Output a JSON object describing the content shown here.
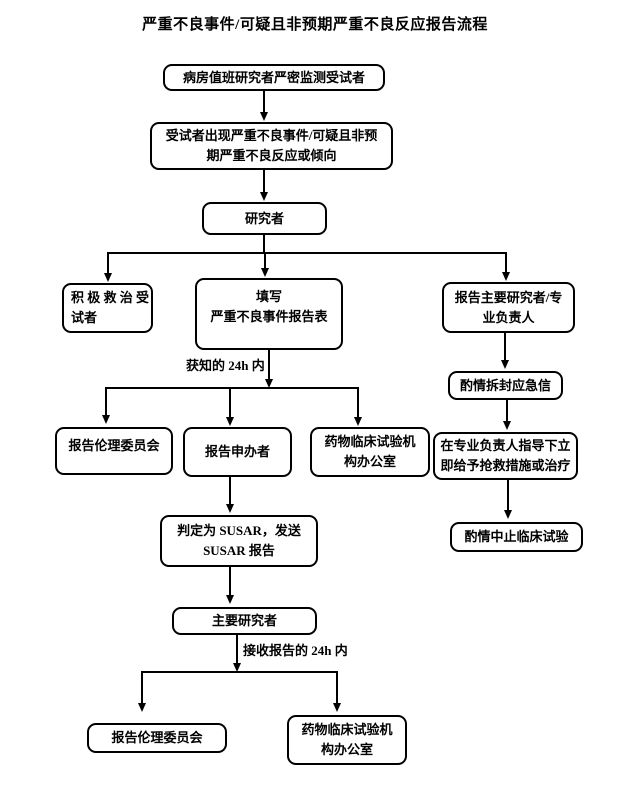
{
  "title": "严重不良事件/可疑且非预期严重不良反应报告流程",
  "nodes": {
    "ward_monitor": "病房值班研究者严密监测受试者",
    "sae_occurs": "受试者出现严重不良事件/可疑且非预\n期严重不良反应或倾向",
    "investigator": "研究者",
    "rescue": "积 极 救 治 受\n试者",
    "fill_form": "填写\n严重不良事件报告表",
    "report_pi": "报告主要研究者/专\n业负责人",
    "unblind": "酌情拆封应急信",
    "rescue_measures": "在专业负责人指导下立\n即给予抢救措施或治疗",
    "stop_trial": "酌情中止临床试验",
    "report_ec_1": "报告伦理委员会",
    "report_sponsor": "报告申办者",
    "gcp_office_1": "药物临床试验机\n构办公室",
    "susar": "判定为 SUSAR，发送\nSUSAR 报告",
    "principal_investigator": "主要研究者",
    "report_ec_2": "报告伦理委员会",
    "gcp_office_2": "药物临床试验机\n构办公室"
  },
  "labels": {
    "known_24h": "获知的 24h 内",
    "receive_24h": "接收报告的 24h 内"
  },
  "colors": {
    "stroke": "#000000",
    "text": "#000000",
    "background": "#ffffff"
  }
}
